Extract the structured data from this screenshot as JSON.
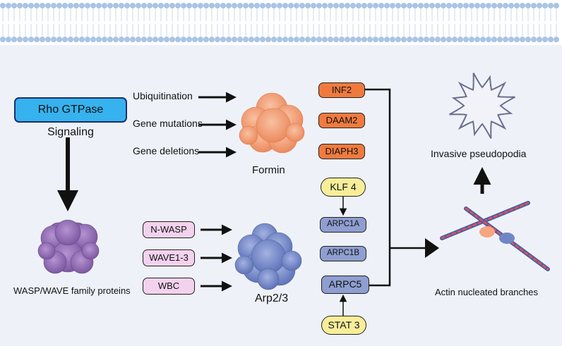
{
  "signal": {
    "label": "Rho GTPase Signaling"
  },
  "formin_inputs": [
    "Ubiquitination",
    "Gene mutations",
    "Gene deletions"
  ],
  "formin_label": "Formin",
  "wasp_label": "WASP/WAVE family proteins",
  "arp_inputs": [
    "N-WASP",
    "WAVE1-3",
    "WBC"
  ],
  "arp_label": "Arp2/3",
  "formin_genes": [
    "INF2",
    "DAAM2",
    "DIAPH3"
  ],
  "klf": "KLF 4",
  "arpc": [
    "ARPC1A",
    "ARPC1B",
    "ARPC5"
  ],
  "stat": "STAT 3",
  "actin_label": "Actin nucleated branches",
  "pseudopodia_label": "Invasive pseudopodia",
  "colors": {
    "membrane_blue": "#a9c4e4",
    "rho_fill": "#36b2ee",
    "formin_fill": "#f3a07a",
    "wasp_fill": "#9a76b9",
    "arp_fill": "#7c8fcf",
    "gene_orange": "#f07a3e",
    "arpc_blue": "#8e9ed0",
    "input_pink": "#f3d2ee",
    "factor_yellow": "#f8ee9a"
  }
}
